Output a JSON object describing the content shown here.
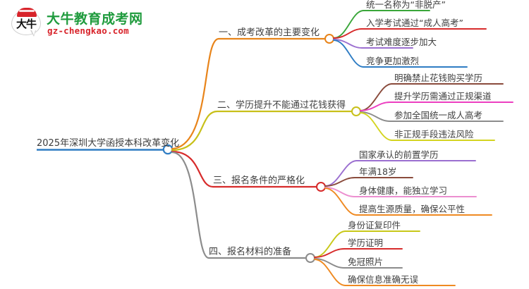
{
  "logo": {
    "mark_chars": "大牛",
    "name": "大牛教育成考网",
    "domain": "gz-chengkao.com",
    "brand_green": "#1f9b3d",
    "brand_red": "#d8232a"
  },
  "mindmap": {
    "root": {
      "label": "2025年深圳大学函授本科改革变化",
      "color": "#2f7dc4"
    },
    "branches": [
      {
        "label": "一、成考改革的主要变化",
        "color": "#e8841a",
        "children": [
          {
            "label": "统一名称为“非脱产”",
            "color": "#3aa63a"
          },
          {
            "label": "入学考试通过“成人高考”",
            "color": "#d72b2b"
          },
          {
            "label": "考试难度逐步加大",
            "color": "#9b6fd0"
          },
          {
            "label": "竞争更加激烈",
            "color": "#2f7dc4"
          }
        ]
      },
      {
        "label": "二、学历提升不能通过花钱获得",
        "color": "#c8c01a",
        "children": [
          {
            "label": "明确禁止花钱购买学历",
            "color": "#8a4b3c"
          },
          {
            "label": "提升学历需通过正规渠道",
            "color": "#ec3fc0"
          },
          {
            "label": "参加全国统一成人高考",
            "color": "#8c8c8c"
          },
          {
            "label": "非正规手段违法风险",
            "color": "#d4d420"
          }
        ]
      },
      {
        "label": "三、报名条件的严格化",
        "color": "#d72b2b",
        "children": [
          {
            "label": "国家承认的前置学历",
            "color": "#9b6fd0"
          },
          {
            "label": "年满18岁",
            "color": "#8a4b3c"
          },
          {
            "label": "身体健康，能独立学习",
            "color": "#ec8fd0"
          },
          {
            "label": "提高生源质量，确保公平性",
            "color": "#ef8a22"
          }
        ]
      },
      {
        "label": "四、报名材料的准备",
        "color": "#8c8c8c",
        "children": [
          {
            "label": "身份证复印件",
            "color": "#c8c81a"
          },
          {
            "label": "学历证明",
            "color": "#d72b2b"
          },
          {
            "label": "免冠照片",
            "color": "#8c8c8c"
          },
          {
            "label": "确保信息准确无误",
            "color": "#ef8a22"
          }
        ]
      }
    ]
  }
}
